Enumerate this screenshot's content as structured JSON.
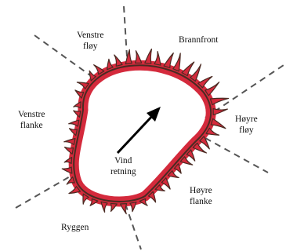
{
  "labels": {
    "venstre_floy": [
      "Venstre",
      "fløy"
    ],
    "brannfront": [
      "Brannfront"
    ],
    "venstre_flanke": [
      "Venstre",
      "flanke"
    ],
    "hoyre_floy": [
      "Høyre",
      "fløy"
    ],
    "vind_retning": [
      "Vind",
      "retning"
    ],
    "hoyre_flanke": [
      "Høyre",
      "flanke"
    ],
    "ryggen": [
      "Ryggen"
    ]
  },
  "colors": {
    "flame_red": "#d42a3c",
    "flame_outline": "#4a2a22",
    "dash": "#555555",
    "arrow": "#000000"
  }
}
